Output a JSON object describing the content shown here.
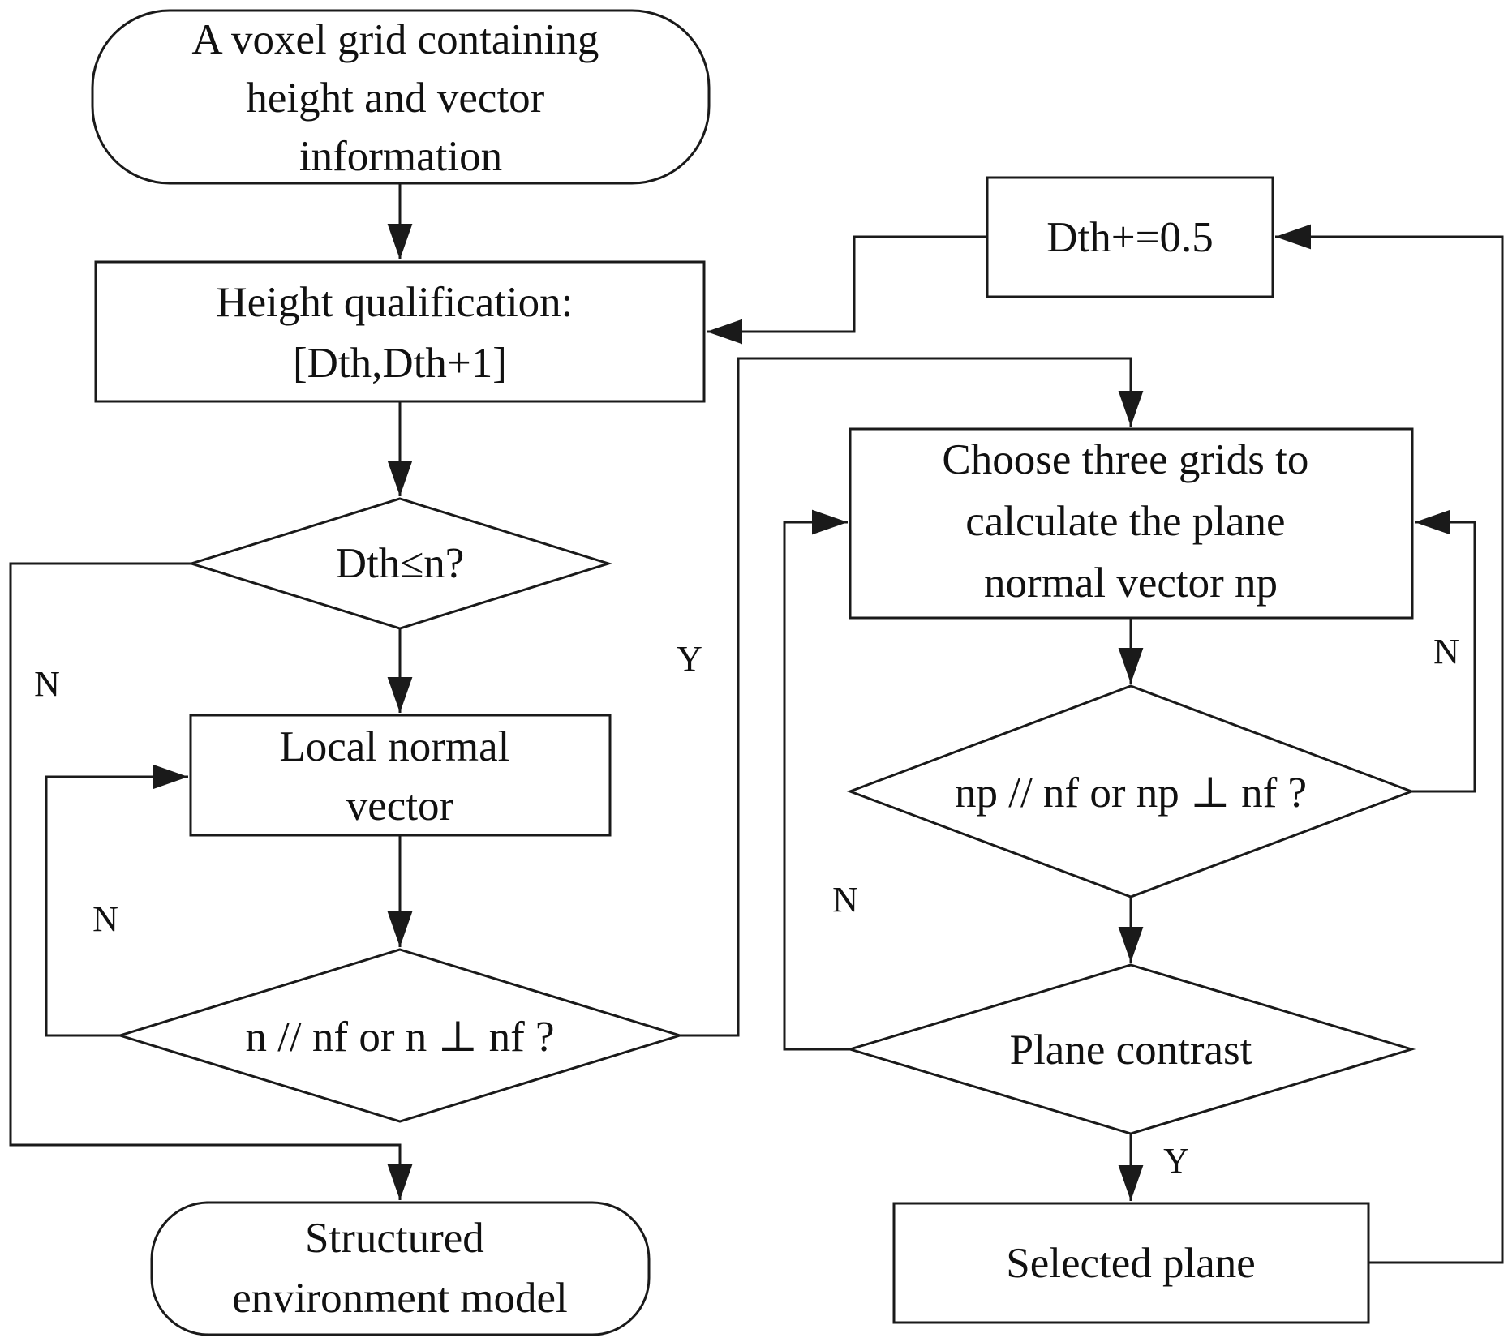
{
  "nodes": {
    "start": [
      "A voxel grid containing",
      "height and vector",
      "information"
    ],
    "height_qualification": [
      "Height qualification:",
      "[Dth,Dth+1]"
    ],
    "dth_check": [
      "Dth≤n?"
    ],
    "local_normal": [
      "Local normal",
      "vector"
    ],
    "n_check": [
      "n // nf or n ⊥ nf ?"
    ],
    "end": [
      "Structured",
      "environment model"
    ],
    "dth_increment": [
      "Dth+=0.5"
    ],
    "choose_grids": [
      "Choose three grids to",
      "calculate the plane",
      "normal vector np"
    ],
    "np_check": [
      "np // nf or np ⊥ nf ?"
    ],
    "plane_contrast": [
      "Plane contrast"
    ],
    "selected_plane": [
      "Selected plane"
    ]
  },
  "edge_labels": {
    "dth_check_no": "N",
    "n_check_no": "N",
    "n_check_yes": "Y",
    "np_check_no": "N",
    "plane_contrast_no": "N",
    "plane_contrast_yes": "Y"
  }
}
